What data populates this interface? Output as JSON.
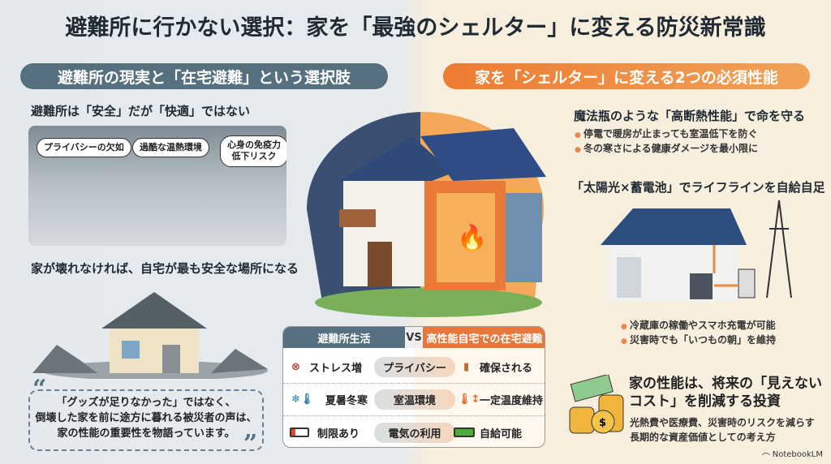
{
  "title": "避難所に行かない選択：家を「最強のシェルター」に変える防災新常識",
  "left": {
    "pill": "避難所の現実と「在宅避難」という選択肢",
    "h1": "避難所は「安全」だが「快適」ではない",
    "bubbles": [
      "プライバシーの欠如",
      "過酷な温熱環境",
      "心身の免疫力\n低下リスク"
    ],
    "h2": "家が壊れなければ、自宅が最も安全な場所になる",
    "quote": [
      "「グッズが足りなかった」ではなく、",
      "倒壊した家を前に途方に暮れる被災者の声は、",
      "家の性能の重要性を物語っています。"
    ]
  },
  "right": {
    "pill": "家を「シェルター」に変える2つの必須性能",
    "h1": "魔法瓶のような「高断熱性能」で命を守る",
    "b1": [
      "停電で暖房が止まっても室温低下を防ぐ",
      "冬の寒さによる健康ダメージを最小限に"
    ],
    "h2": "「太陽光×蓄電池」でライフラインを自給自足",
    "b2": [
      "冷蔵庫の稼働やスマホ充電が可能",
      "災害時でも「いつもの朝」を維持"
    ],
    "h3": [
      "家の性能は、将来の「見えない",
      "コスト」を削減する投資"
    ],
    "sub": [
      "光熱費や医療費、災害時のリスクを減らす",
      "長期的な資産価値としての考え方"
    ]
  },
  "compare": {
    "left_header": "避難所生活",
    "vs": "VS",
    "right_header": "高性能自宅での在宅避難",
    "rows": [
      {
        "left": "ストレス増",
        "mid": "プライバシー",
        "right": "確保される"
      },
      {
        "left": "夏暑冬寒",
        "mid": "室温環境",
        "right": "一定温度維持"
      },
      {
        "left": "制限あり",
        "mid": "電気の利用",
        "right": "自給可能"
      }
    ]
  },
  "logo": "NotebookLM",
  "colors": {
    "slate": "#56707f",
    "orange": "#ee7b32"
  }
}
